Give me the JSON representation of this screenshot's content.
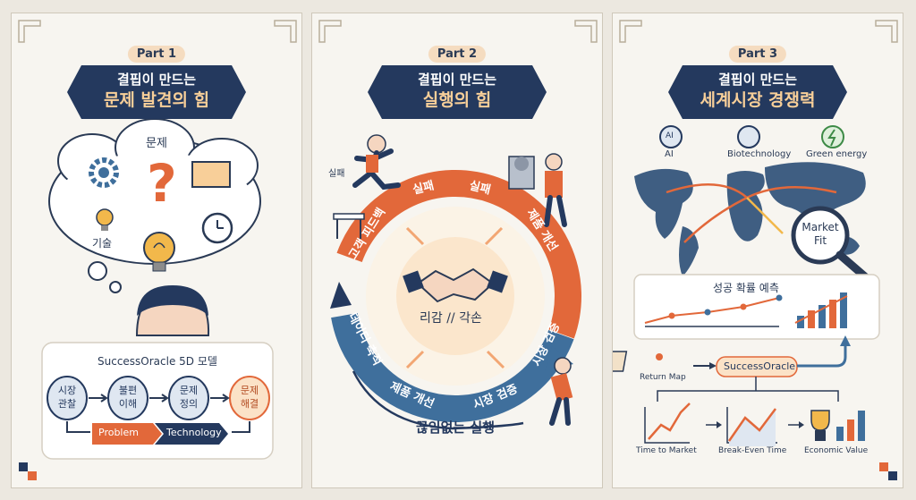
{
  "colors": {
    "navy": "#24395e",
    "orange": "#e2683a",
    "blue": "#3f6f9c",
    "cream": "#f7f5f0"
  },
  "panel1": {
    "part": "Part 1",
    "title_line1": "결핍이 만드는",
    "title_line2": "문제 발견의 힘",
    "thought_label_problem": "문제",
    "thought_label_tech": "기술",
    "model_title": "SuccessOracle 5D 모델",
    "steps": [
      {
        "line1": "시장",
        "line2": "관찰"
      },
      {
        "line1": "불편",
        "line2": "이해"
      },
      {
        "line1": "문제",
        "line2": "정의"
      },
      {
        "line1": "문제",
        "line2": "해결"
      }
    ],
    "bottom_left": "Problem",
    "bottom_right": "Technology"
  },
  "panel2": {
    "part": "Part 2",
    "title_line1": "결핍이 만드는",
    "title_line2": "실행의 힘",
    "runner_label": "실패",
    "cycle_labels": {
      "fail1": "실패",
      "fail2": "실패",
      "improve": "제품 개선",
      "feedback": "고객 피드백",
      "data": "데이터 축적",
      "improve2": "제품 개선",
      "market": "시장 검증",
      "market2": "시장 검증"
    },
    "center_text": "리감 // 각손",
    "bottom_caption": "끊임없는 실행"
  },
  "panel3": {
    "part": "Part 3",
    "title_line1": "결핍이 만드는",
    "title_line2": "세계시장 경쟁력",
    "icons": [
      {
        "label": "AI",
        "icon": "ai-chip-icon"
      },
      {
        "label": "Biotechnology",
        "icon": "molecule-icon"
      },
      {
        "label": "Green energy",
        "icon": "lightning-icon"
      }
    ],
    "magnifier_line1": "Market",
    "magnifier_line2": "Fit",
    "prob_title": "성공 확률 예측",
    "return_map": "Return Map",
    "oracle": "SuccessOracle",
    "metrics": [
      "Time to Market",
      "Break-Even Time",
      "Economic Value"
    ]
  }
}
